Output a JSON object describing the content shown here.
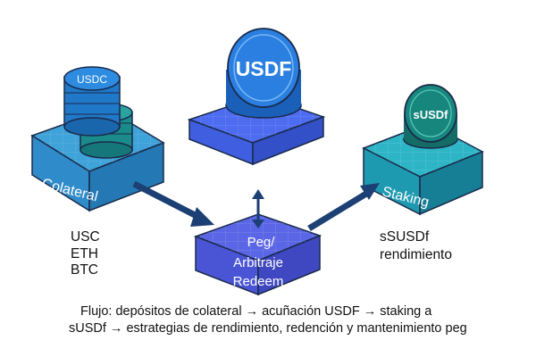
{
  "colors": {
    "collateral_block": "#2f8bc9",
    "collateral_coin": "#1f78c8",
    "collateral_coin_lower": "#1b8a8a",
    "usdf_block": "#3f5fe0",
    "usdf_coin": "#1f6fd0",
    "peg_block": "#4a55d6",
    "staking_block": "#1e9ab0",
    "staking_coin": "#17867d",
    "arrow": "#1c3f74",
    "text": "#111111"
  },
  "nodes": {
    "collateral": {
      "label": "Colateral",
      "coin_label": "USDC",
      "assets": [
        "USC",
        "ETH",
        "BTC"
      ]
    },
    "usdf": {
      "coin_label": "USDF"
    },
    "peg": {
      "label_line1": "Peg/",
      "label_line2": "Arbitraje",
      "label_line3": "Redeem"
    },
    "staking": {
      "label": "Staking",
      "coin_label": "sUSDf",
      "output_line1": "sSUSDf",
      "output_line2": "rendimiento"
    }
  },
  "caption": {
    "line1": "Flujo: depósitos de colateral → acuñación USDF → staking a",
    "line2": "sUSDf → estrategias de rendimiento, redención y mantenimiento peg"
  }
}
